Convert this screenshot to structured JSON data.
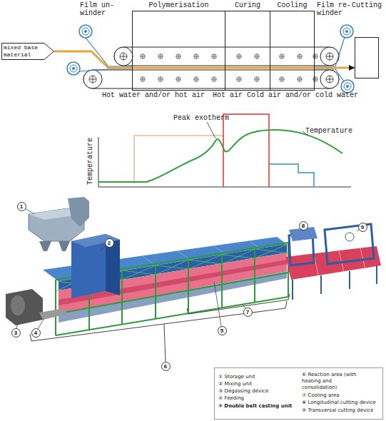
{
  "diagram": {
    "nodes": [
      {
        "text": [
          "mixed base material"
        ]
      },
      {
        "text": [
          "Polymerisation"
        ]
      },
      {
        "text": [
          "Curing"
        ]
      },
      {
        "text": [
          "Cooling"
        ]
      },
      {
        "text": [
          "Cutting"
        ]
      }
    ],
    "edges": [
      {
        "from": 0,
        "to": 1,
        "arrow": "none"
      },
      {
        "from": 3,
        "to": 4,
        "arrow": "to"
      }
    ],
    "labels": [
      "Film un-winder",
      "Film re-winder",
      "Hot water and/or hot air",
      "Hot air",
      "Cold air and/or cold water",
      "Temperature",
      "Peak exotherm",
      "Temperature",
      "1",
      "2",
      "3",
      "4",
      "5",
      "6",
      "7",
      "8",
      "9"
    ],
    "legend": [
      {
        "text": "① Storage unit"
      },
      {
        "text": "② Mixing unit"
      },
      {
        "text": "③ Degassing device"
      },
      {
        "text": "④ Feeding"
      },
      {
        "text": "⑤ Double belt casting unit"
      },
      {
        "text": "⑥ Reaction area (with heating and consolidation)"
      },
      {
        "text": "⑦ Cooling area"
      },
      {
        "text": "⑧ Longitudinal cutting device"
      },
      {
        "text": "⑨ Transversal cutting device"
      }
    ]
  }
}
